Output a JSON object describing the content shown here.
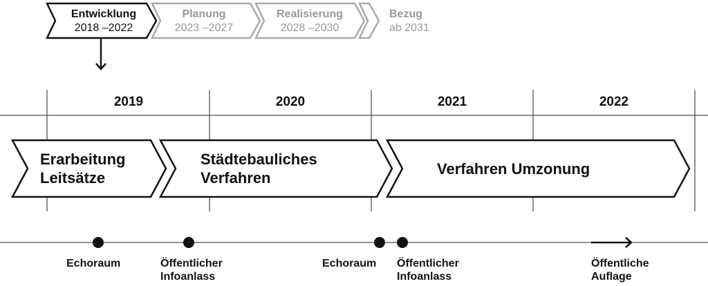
{
  "phases": [
    {
      "name": "Entwicklung",
      "years": "2018 –2022",
      "active": true
    },
    {
      "name": "Planung",
      "years": "2023 –2027",
      "active": false
    },
    {
      "name": "Realisierung",
      "years": "2028 –2030",
      "active": false
    },
    {
      "name": "Bezug",
      "years": "ab 2031",
      "active": false
    }
  ],
  "years": [
    "2019",
    "2020",
    "2021",
    "2022"
  ],
  "steps": [
    {
      "line1": "Erarbeitung",
      "line2": "Leitsätze"
    },
    {
      "line1": "Städtebauliches",
      "line2": "Verfahren"
    },
    {
      "line1": "Verfahren Umzonung"
    }
  ],
  "events": [
    {
      "line1": "Echoraum"
    },
    {
      "line1": "Öffentlicher",
      "line2": "Infoanlass"
    },
    {
      "line1": "Echoraum"
    },
    {
      "line1": "Öffentlicher",
      "line2": "Infoanlass"
    },
    {
      "line1": "Öffentliche",
      "line2": "Auflage"
    }
  ]
}
